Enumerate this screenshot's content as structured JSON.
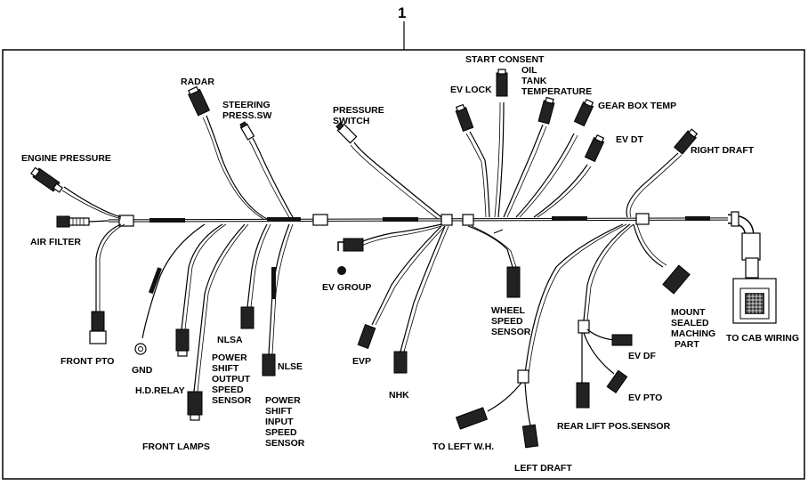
{
  "reference_number": "1",
  "labels": {
    "engine_pressure": "ENGINE PRESSURE",
    "air_filter": "AIR FILTER",
    "radar": "RADAR",
    "steering_press_sw": [
      "STEERING",
      "PRESS.SW"
    ],
    "pressure_switch": [
      "PRESSURE",
      "SWITCH"
    ],
    "start_consent": "START CONSENT",
    "ev_lock": "EV LOCK",
    "oil_tank_temperature": [
      "OIL",
      "TANK",
      "TEMPERATURE"
    ],
    "gear_box_temp": "GEAR BOX TEMP",
    "ev_dt": "EV DT",
    "right_draft": "RIGHT DRAFT",
    "front_pto": "FRONT PTO",
    "gnd": "GND",
    "hd_relay": "H.D.RELAY",
    "front_lamps": "FRONT LAMPS",
    "nlsa": "NLSA",
    "power_shift_output": [
      "POWER",
      "SHIFT",
      "OUTPUT",
      "SPEED",
      "SENSOR"
    ],
    "nlse": "NLSE",
    "power_shift_input": [
      "POWER",
      "SHIFT",
      "INPUT",
      "SPEED",
      "SENSOR"
    ],
    "ev_group": "EV GROUP",
    "evp": "EVP",
    "nhk": "NHK",
    "wheel_speed_sensor": [
      "WHEEL",
      "SPEED",
      "SENSOR"
    ],
    "to_left_wh": "TO LEFT W.H.",
    "left_draft": "LEFT DRAFT",
    "ev_df": "EV DF",
    "ev_pto": "EV PTO",
    "rear_lift_pos_sensor": "REAR LIFT POS.SENSOR",
    "mount_sealed": [
      "MOUNT",
      "SEALED",
      "MACHING",
      "PART"
    ],
    "to_cab_wiring": "TO CAB WIRING"
  }
}
